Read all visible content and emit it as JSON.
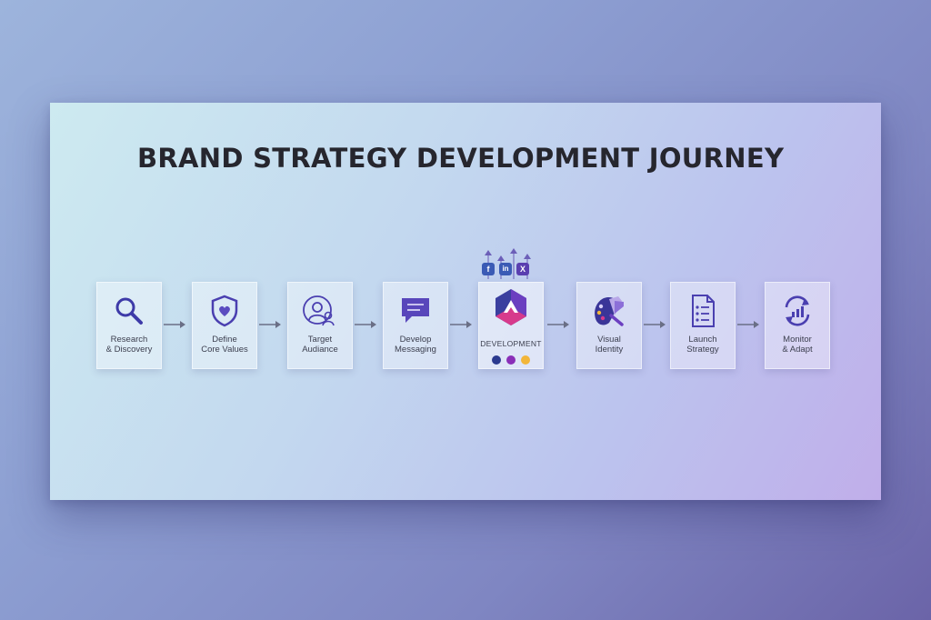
{
  "title": "BRAND STRATEGY DEVELOPMENT JOURNEY",
  "steps": [
    {
      "label": "Research\n& Discovery",
      "icon": "magnifier-icon"
    },
    {
      "label": "Define\nCore Values",
      "icon": "shield-heart-icon"
    },
    {
      "label": "Target\nAudiance",
      "icon": "audience-icon"
    },
    {
      "label": "Develop\nMessaging",
      "icon": "chat-bubble-icon"
    },
    {
      "label": "DEVELOPMENT",
      "icon": "brand-logo-icon"
    },
    {
      "label": "Visual\nIdentity",
      "icon": "palette-icon"
    },
    {
      "label": "Launch\nStrategy",
      "icon": "checklist-icon"
    },
    {
      "label": "Monitor\n& Adapt",
      "icon": "refresh-chart-icon"
    }
  ],
  "social": [
    {
      "glyph": "f",
      "name": "facebook-icon",
      "color": "#3b5bb5"
    },
    {
      "glyph": "in",
      "name": "linkedin-icon",
      "color": "#3b5bb5"
    },
    {
      "glyph": "X",
      "name": "x-icon",
      "color": "#5a3fb0"
    }
  ],
  "colors": {
    "icon_primary": "#4a3fb0",
    "dot_navy": "#2b3a8f",
    "dot_purple": "#8a2fb8",
    "dot_amber": "#f2b63a"
  }
}
